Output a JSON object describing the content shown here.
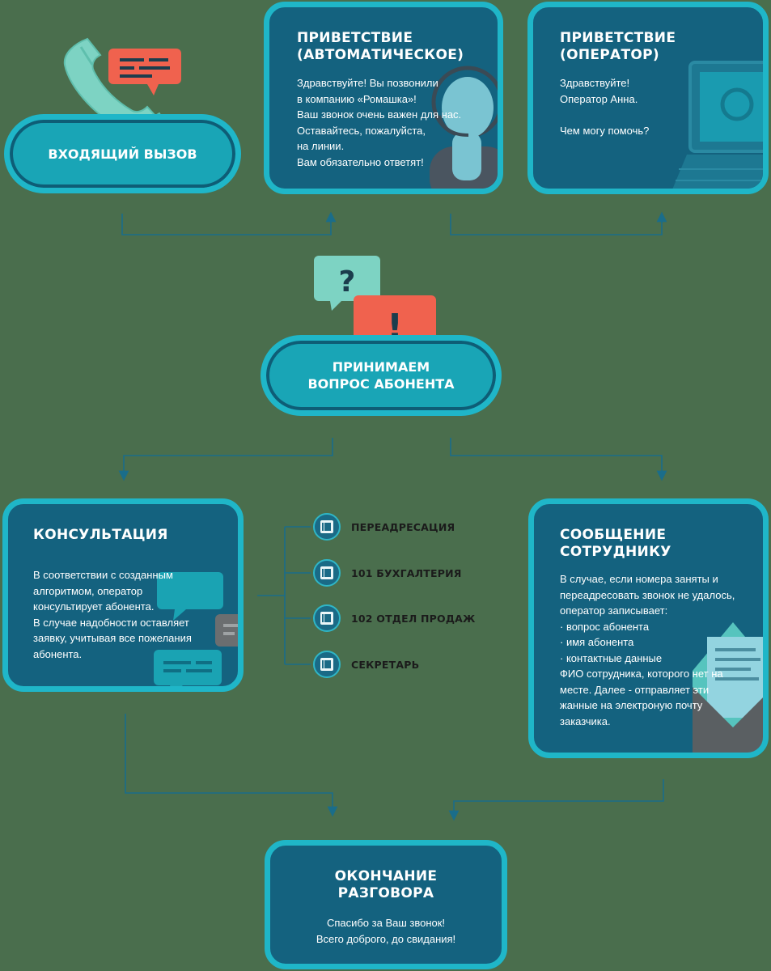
{
  "incoming_call": {
    "label": "ВХОДЯЩИЙ ВЫЗОВ"
  },
  "greeting_auto": {
    "title": [
      "ПРИВЕТСТВИЕ",
      "(АВТОМАТИЧЕСКОЕ)"
    ],
    "text": [
      "Здравствуйте! Вы позвонили",
      "в компанию «Ромашка»!",
      "Ваш звонок очень важен для нас.",
      "Оставайтесь, пожалуйста,",
      "на линии.",
      "Вам обязательно ответят!"
    ]
  },
  "greeting_operator": {
    "title": [
      "ПРИВЕТСТВИЕ",
      "(ОПЕРАТОР)"
    ],
    "text": [
      "Здравствуйте!",
      "Оператор Анна.",
      "",
      "Чем могу помочь?"
    ]
  },
  "question": {
    "label": [
      "ПРИНИМАЕМ",
      "ВОПРОС АБОНЕНТА"
    ],
    "bubble_question": "?",
    "bubble_exclaim": "!"
  },
  "consultation": {
    "title": "КОНСУЛЬТАЦИЯ",
    "text": [
      "В соответствии с созданным",
      "алгоритмом, оператор",
      "консультирует абонента.",
      "В случае надобности оставляет",
      "заявку, учитывая все пожелания",
      "абонента."
    ]
  },
  "routes": [
    "ПЕРЕАДРЕСАЦИЯ",
    "101 БУХГАЛТЕРИЯ",
    "102 ОТДЕЛ ПРОДАЖ",
    "СЕКРЕТАРЬ"
  ],
  "message": {
    "title": [
      "СООБЩЕНИЕ",
      "СОТРУДНИКУ"
    ],
    "text": [
      "В случае, если номера заняты и",
      "переадресовать звонок не удалось,",
      "оператор записывает:",
      "· вопрос абонента",
      "· имя абонента",
      "·  контактные данные",
      "ФИО сотрудника, которого нет на",
      "месте. Далее - отправляет эти",
      "жанные на электроную почту",
      "заказчика."
    ]
  },
  "end_call": {
    "title": [
      "ОКОНЧАНИЕ",
      "РАЗГОВОРА"
    ],
    "text": [
      "Спасибо за Ваш звонок!",
      "Всего доброго, до свидания!"
    ]
  },
  "colors": {
    "background": "#4a6e4d",
    "card_fill": "#14627f",
    "card_border": "#1fb6c8",
    "pill_fill": "#19a5b6",
    "accent_red": "#f0624e",
    "accent_mint": "#7dd3c3"
  }
}
